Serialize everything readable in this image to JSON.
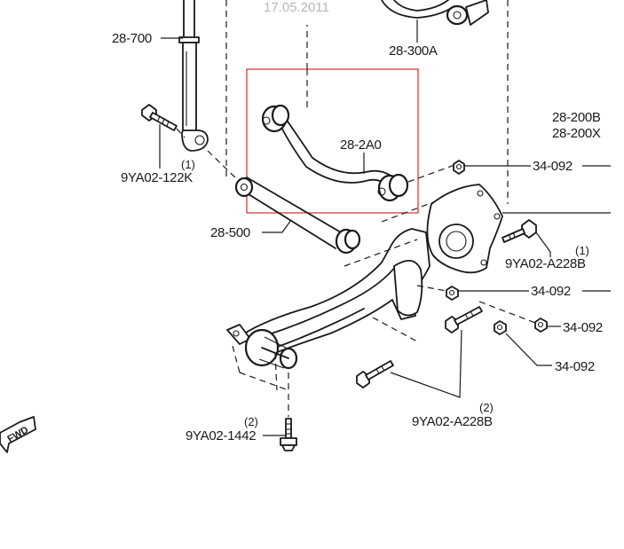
{
  "date_stamp": "17.05.2011",
  "highlight_color": "#d62b2b",
  "labels": {
    "shock": "28-700",
    "upper_link_top": "28-300A",
    "upper_arm": "28-2A0",
    "lateral_link": "28-500",
    "bolt_shock": "9YA02-122K",
    "bolt_shock_qty": "(1)",
    "trailing_link_1": "28-200B",
    "trailing_link_2": "28-200X",
    "nut_1": "34-092",
    "nut_2": "34-092",
    "nut_3": "34-092",
    "nut_4": "34-092",
    "bolt_knuckle": "9YA02-A228B",
    "bolt_knuckle_qty": "(1)",
    "bolt_lower": "9YA02-A228B",
    "bolt_lower_qty": "(2)",
    "bolt_bottom": "9YA02-1442",
    "bolt_bottom_qty": "(2)",
    "fwd": "FWD"
  }
}
